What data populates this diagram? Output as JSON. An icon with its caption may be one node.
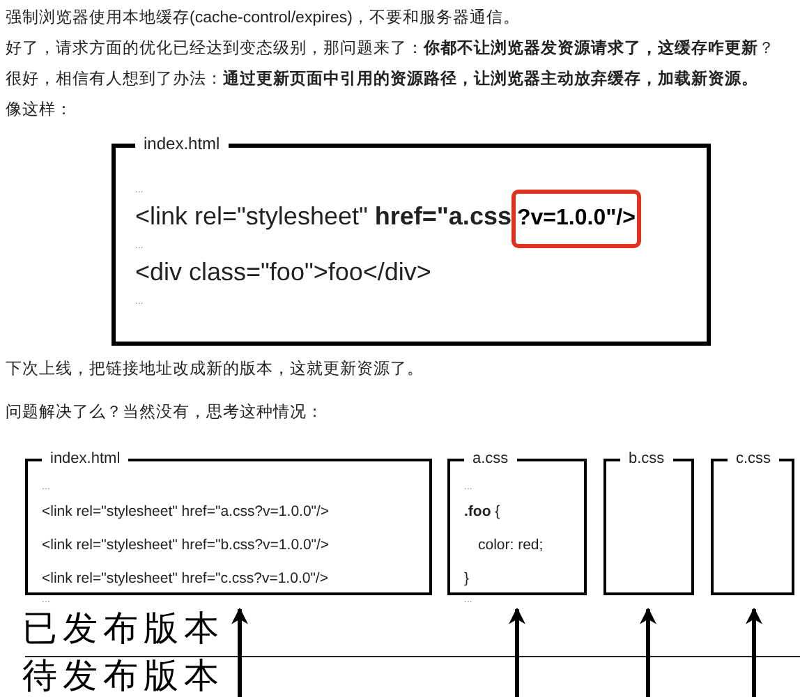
{
  "diagram": {
    "nodes": [
      {
        "text": [
          "index.html",
          "...",
          "<link rel=\"stylesheet\" **href=\"a.css**",
          "...",
          "<div class=\"foo\">foo</div>",
          "..."
        ]
      },
      {
        "text": [
          "?v=1.0.0\"/>"
        ],
        "in": 0
      },
      {
        "text": [
          "index.html",
          "...",
          "<link rel=\"stylesheet\" href=\"a.css?v=1.0.0\"/>",
          "<link rel=\"stylesheet\" href=\"b.css?v=1.0.0\"/>",
          "<link rel=\"stylesheet\" href=\"c.css?v=1.0.0\"/>",
          "..."
        ]
      },
      {
        "text": [
          "a.css",
          "...",
          "**.foo** {",
          "color: red;",
          "}",
          "..."
        ]
      },
      {
        "text": [
          "b.css"
        ]
      },
      {
        "text": [
          "c.css"
        ]
      }
    ],
    "edges": [
      {
        "from": null,
        "to": 2,
        "arrow": "to"
      },
      {
        "from": null,
        "to": 3,
        "arrow": "to"
      },
      {
        "from": null,
        "to": 4,
        "arrow": "to"
      },
      {
        "from": null,
        "to": 5,
        "arrow": "to"
      }
    ],
    "labels": [
      "强制浏览器使用本地缓存(cache-control/expires)，不要和服务器通信。",
      "好了，请求方面的优化已经达到变态级别，那问题来了：**你都不让浏览器发资源请求了，这缓存咋更新**？",
      "很好，相信有人想到了办法：**通过更新页面中引用的资源路径，让浏览器主动放弃缓存，加载新资源。**",
      "像这样：",
      "下次上线，把链接地址改成新的版本，这就更新资源了。",
      "问题解决了么？当然没有，思考这种情况：",
      "已发布版本",
      "待发布版本"
    ]
  }
}
